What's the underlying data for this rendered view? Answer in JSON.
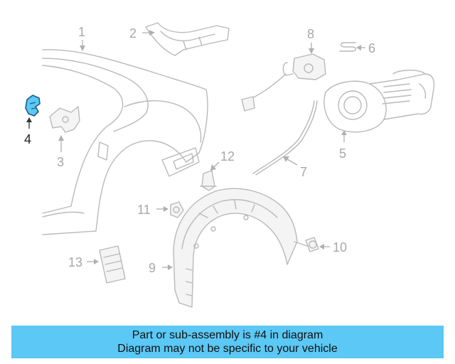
{
  "callouts": {
    "c1": "1",
    "c2": "2",
    "c3": "3",
    "c4": "4",
    "c5": "5",
    "c6": "6",
    "c7": "7",
    "c8": "8",
    "c9": "9",
    "c10": "10",
    "c11": "11",
    "c12": "12",
    "c13": "13"
  },
  "highlight_color": "#5bc8f5",
  "banner": {
    "line1": "Part or sub-assembly is #4 in diagram",
    "line2": "Diagram may not be specific to your vehicle"
  }
}
